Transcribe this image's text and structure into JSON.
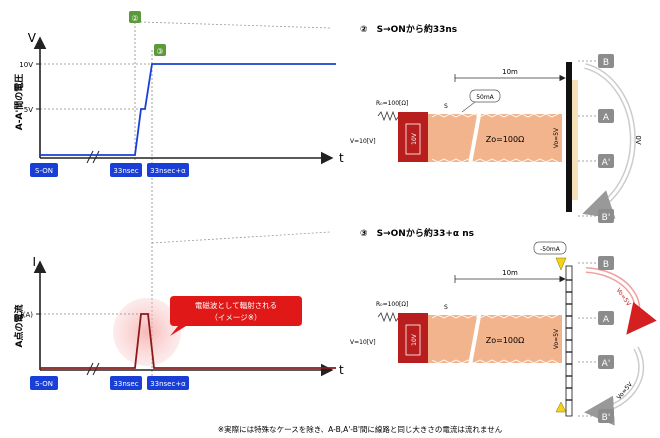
{
  "top_graph": {
    "y_axis_letter": "V",
    "y_axis_title": "A-A'間の電圧",
    "x_axis_letter": "t",
    "ticks": [
      "10V",
      "5V"
    ],
    "events": [
      "S-ON",
      "33nsec",
      "33nsec+α"
    ],
    "marker_2": "②",
    "marker_3": "③"
  },
  "bottom_graph": {
    "y_axis_letter": "I",
    "y_axis_title": "A点の電流",
    "x_axis_letter": "t",
    "ticks": [
      "I(A)"
    ],
    "events": [
      "S-ON",
      "33nsec",
      "33nsec+α"
    ],
    "callout_line1": "電磁波として輻射される",
    "callout_line2": "（イメージ※）"
  },
  "panel_top": {
    "heading": "②　S→ONから約33ns",
    "distance": "10m",
    "resistor": "R₀=100[Ω]",
    "switch": "S",
    "source": "V=10[V]",
    "battery": "10V",
    "impedance": "Zo=100Ω",
    "current_note": "50mA",
    "line_voltage": "Vo=5V",
    "arc_voltage": "0V",
    "nodes": [
      "B",
      "A",
      "A'",
      "B'"
    ]
  },
  "panel_bottom": {
    "heading": "③　S→ONから約33+α ns",
    "distance": "10m",
    "resistor": "R₀=100[Ω]",
    "switch": "S",
    "source": "V=10[V]",
    "battery": "10V",
    "impedance": "Zo=100Ω",
    "current_note": "-50mA",
    "line_voltage": "Vo=5V",
    "arc_voltage_upper": "Vo=5V",
    "arc_voltage_lower": "Vo=5V",
    "nodes": [
      "B",
      "A",
      "A'",
      "B'"
    ]
  },
  "footnote": "※実際には特殊なケースを除き、A-B,A'-B'間に線路と同じ大きさの電流は流れません",
  "colors": {
    "voltage_trace": "#1a3fd6",
    "current_trace": "#8b1a1a",
    "label_blue": "#1a3fd6",
    "callout_red": "#e01818",
    "marker_green": "#5a9a3a",
    "line_body": "#f2b48c",
    "source_red": "#b81e1e",
    "node_gray": "#8c8c8c"
  }
}
